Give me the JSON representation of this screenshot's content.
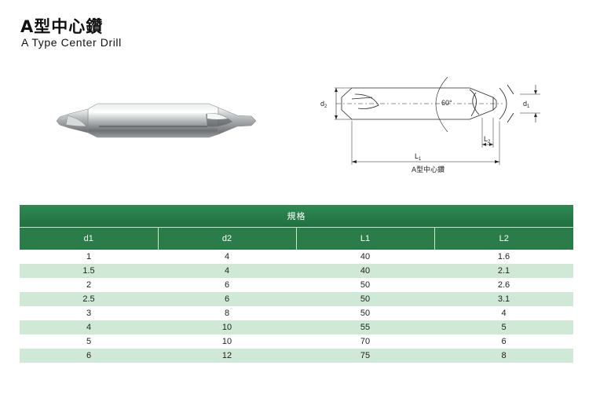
{
  "header": {
    "title_zh": "A型中心鑽",
    "title_en": "A Type Center Drill"
  },
  "diagram": {
    "d1_label": "d",
    "d1_sub": "1",
    "d2_label": "d",
    "d2_sub": "2",
    "angle_label": "60°",
    "l1_label": "L",
    "l1_sub": "1",
    "l2_label": "L",
    "l2_sub": "2",
    "caption": "A型中心鑽"
  },
  "table": {
    "group_header": "規格",
    "columns": [
      "d1",
      "d2",
      "L1",
      "L2"
    ],
    "rows": [
      [
        "1",
        "4",
        "40",
        "1.6"
      ],
      [
        "1.5",
        "4",
        "40",
        "2.1"
      ],
      [
        "2",
        "6",
        "50",
        "2.6"
      ],
      [
        "2.5",
        "6",
        "50",
        "3.1"
      ],
      [
        "3",
        "8",
        "50",
        "4"
      ],
      [
        "4",
        "10",
        "55",
        "5"
      ],
      [
        "5",
        "10",
        "70",
        "6"
      ],
      [
        "6",
        "12",
        "75",
        "8"
      ]
    ]
  },
  "colors": {
    "header_green": "#2a7d48",
    "row_stripe": "#cfe9d6"
  }
}
